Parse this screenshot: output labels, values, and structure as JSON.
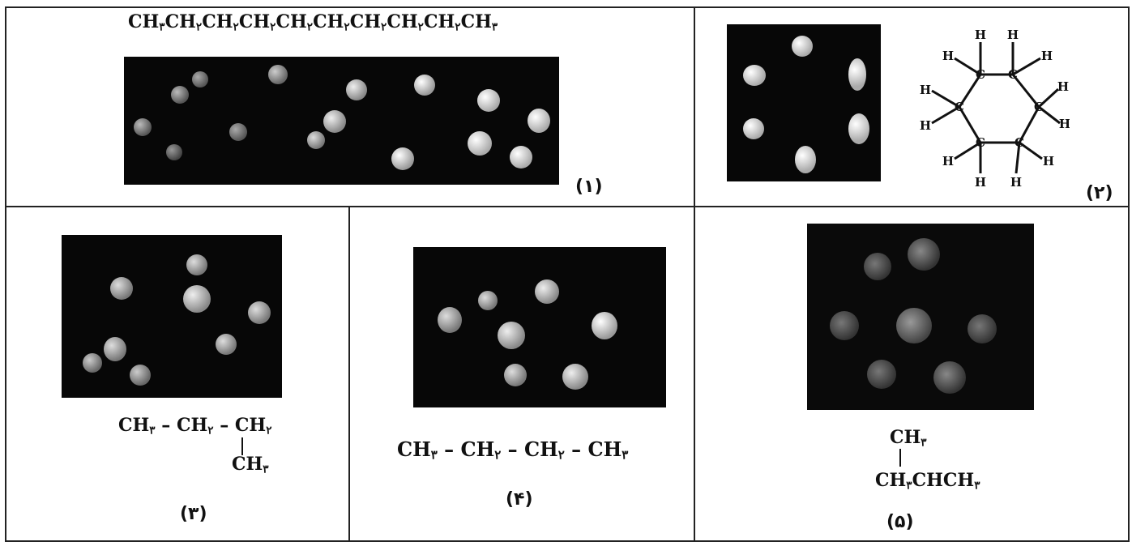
{
  "panels": [
    {
      "label": "(۱)",
      "formula": [
        [
          "CH",
          "۳"
        ],
        [
          "CH",
          "۲"
        ],
        [
          "CH",
          "۲"
        ],
        [
          "CH",
          "۲"
        ],
        [
          "CH",
          "۲"
        ],
        [
          "CH",
          "۲"
        ],
        [
          "CH",
          "۲"
        ],
        [
          "CH",
          "۲"
        ],
        [
          "CH",
          "۲"
        ],
        [
          "CH",
          "۳"
        ]
      ]
    },
    {
      "label": "(۲)",
      "atoms": {
        "carbon": "C",
        "hydrogen": "H"
      }
    },
    {
      "label": "(۳)",
      "main_chain": [
        "CH",
        "۳",
        "CH",
        "۲",
        "CH",
        "۲"
      ],
      "branch": [
        "CH",
        "۳"
      ]
    },
    {
      "label": "(۴)",
      "formula": [
        [
          "CH",
          "۳"
        ],
        [
          "CH",
          "۲"
        ],
        [
          "CH",
          "۲"
        ],
        [
          "CH",
          "۳"
        ]
      ]
    },
    {
      "label": "(۵)",
      "top": [
        "CH",
        "۳"
      ],
      "bottom": [
        "CH",
        "۳",
        "CHCH",
        "۳"
      ]
    }
  ]
}
